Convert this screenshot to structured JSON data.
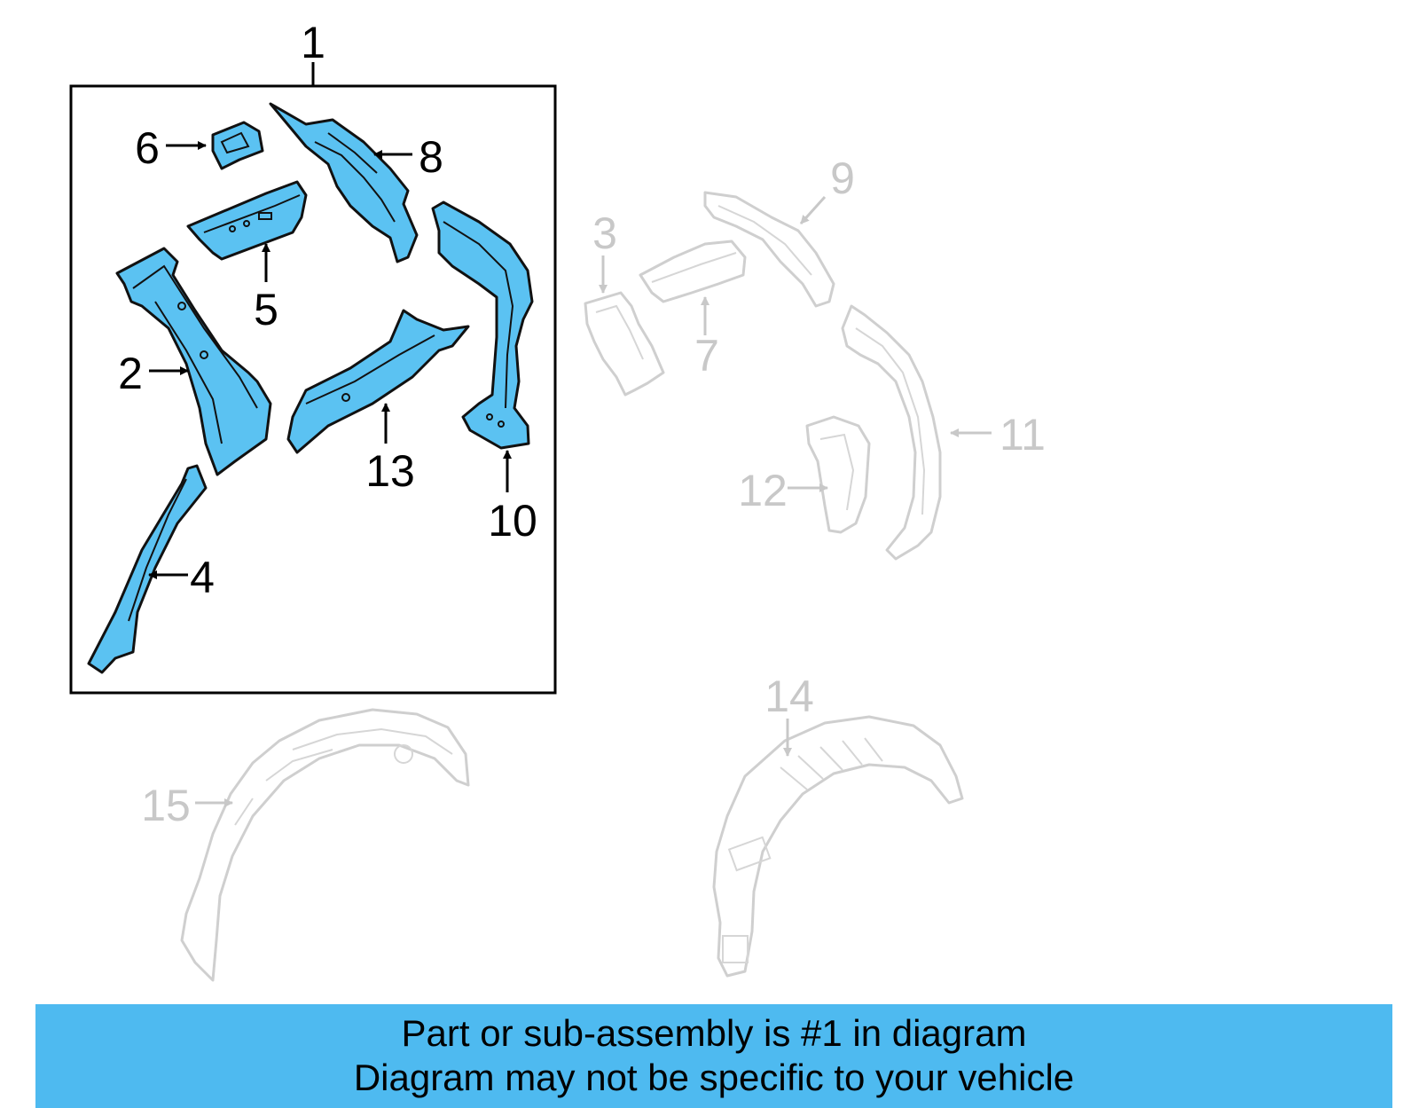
{
  "callouts": {
    "c1": "1",
    "c2": "2",
    "c3": "3",
    "c4": "4",
    "c5": "5",
    "c6": "6",
    "c7": "7",
    "c8": "8",
    "c9": "9",
    "c10": "10",
    "c11": "11",
    "c12": "12",
    "c13": "13",
    "c14": "14",
    "c15": "15"
  },
  "colors": {
    "highlight_part": "#5bc2f2",
    "banner": "#4ebaf0",
    "ghost_outline": "#cfcfcf"
  },
  "banner": {
    "line1": "Part or sub-assembly is #1 in diagram",
    "line2": "Diagram may not be specific to your vehicle"
  }
}
